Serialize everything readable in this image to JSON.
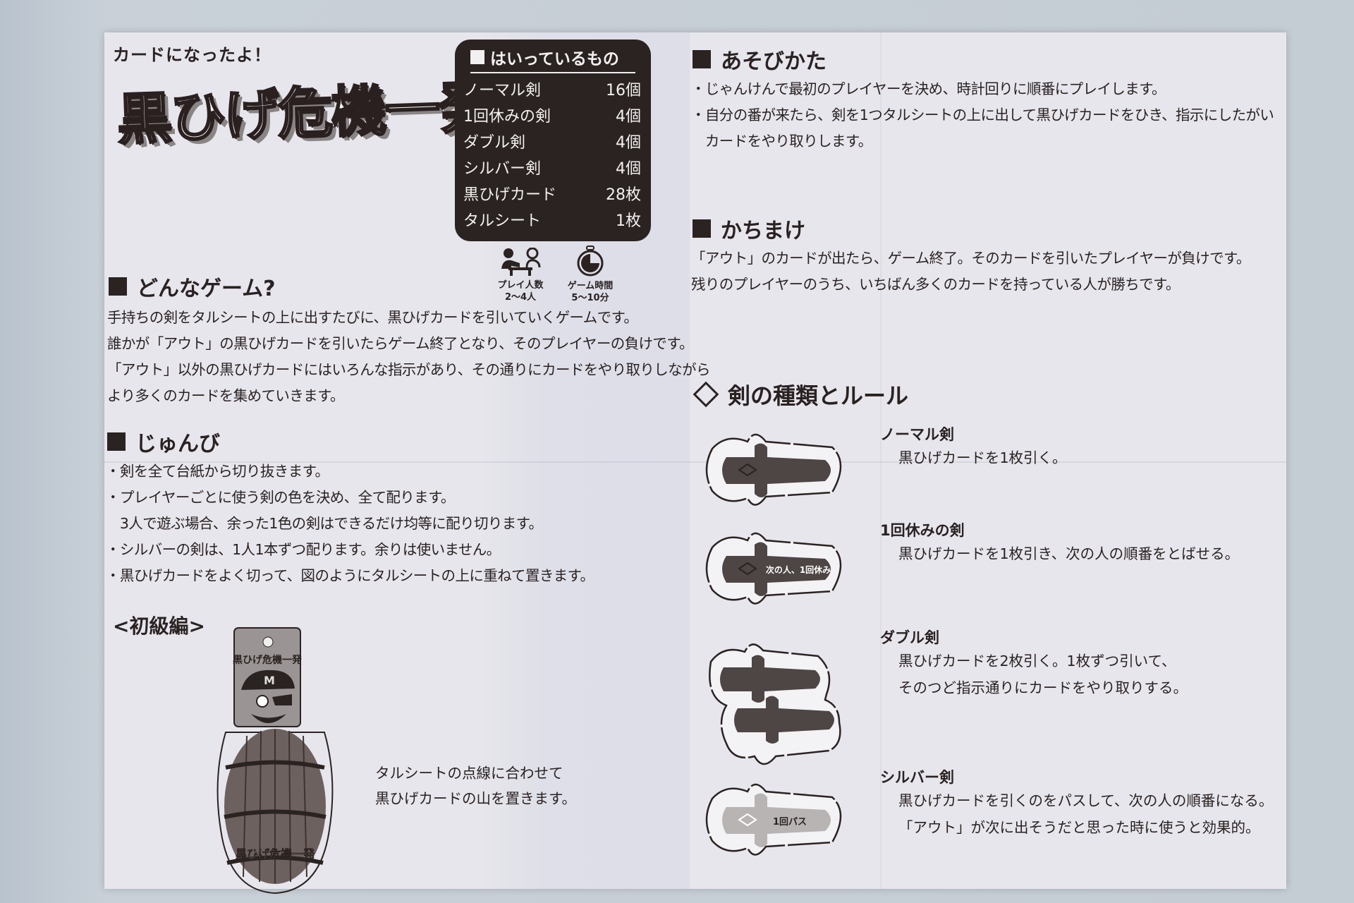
{
  "header": {
    "kicker": "カードになったよ！",
    "logo_text": "黒ひげ危機一発"
  },
  "contents_box": {
    "title": "はいっているもの",
    "items": [
      {
        "name": "ノーマル剣",
        "count": "16個"
      },
      {
        "name": "1回休みの剣",
        "count": "4個"
      },
      {
        "name": "ダブル剣",
        "count": "4個"
      },
      {
        "name": "シルバー剣",
        "count": "4個"
      },
      {
        "name": "黒ひげカード",
        "count": "28枚"
      },
      {
        "name": "タルシート",
        "count": "1枚"
      }
    ]
  },
  "info": {
    "players_label": "プレイ人数",
    "players_value": "2〜4人",
    "time_label": "ゲーム時間",
    "time_value": "5〜10分"
  },
  "what_game": {
    "heading": "どんなゲーム?",
    "lines": [
      "手持ちの剣をタルシートの上に出すたびに、黒ひげカードを引いていくゲームです。",
      "誰かが「アウト」の黒ひげカードを引いたらゲーム終了となり、そのプレイヤーの負けです。",
      "「アウト」以外の黒ひげカードにはいろんな指示があり、その通りにカードをやり取りしながら",
      "より多くのカードを集めていきます。"
    ]
  },
  "setup": {
    "heading": "じゅんび",
    "lines": [
      "・剣を全て台紙から切り抜きます。",
      "・プレイヤーごとに使う剣の色を決め、全て配ります。",
      "　3人で遊ぶ場合、余った1色の剣はできるだけ均等に配り切ります。",
      "・シルバーの剣は、1人1本ずつ配ります。余りは使いません。",
      "・黒ひげカードをよく切って、図のようにタルシートの上に重ねて置きます。"
    ],
    "level_label": "<初級編>",
    "caption_lines": [
      "タルシートの点線に合わせて",
      "黒ひげカードの山を置きます。"
    ]
  },
  "how_to_play": {
    "heading": "あそびかた",
    "lines": [
      "・じゃんけんで最初のプレイヤーを決め、時計回りに順番にプレイします。",
      "・自分の番が来たら、剣を1つタルシートの上に出して黒ひげカードをひき、指示にしたがい",
      "　カードをやり取りします。"
    ]
  },
  "win_lose": {
    "heading": "かちまけ",
    "lines": [
      "「アウト」のカードが出たら、ゲーム終了。そのカードを引いたプレイヤーが負けです。",
      "残りのプレイヤーのうち、いちばん多くのカードを持っている人が勝ちです。"
    ]
  },
  "sword_types": {
    "heading": "剣の種類とルール",
    "items": [
      {
        "name": "ノーマル剣",
        "desc": [
          "黒ひげカードを1枚引く。"
        ],
        "blade_label": ""
      },
      {
        "name": "1回休みの剣",
        "desc": [
          "黒ひげカードを1枚引き、次の人の順番をとばせる。"
        ],
        "blade_label": "次の人、1回休み"
      },
      {
        "name": "ダブル剣",
        "desc": [
          "黒ひげカードを2枚引く。1枚ずつ引いて、",
          "そのつど指示通りにカードをやり取りする。"
        ],
        "blade_label": ""
      },
      {
        "name": "シルバー剣",
        "desc": [
          "黒ひげカードを引くのをパスして、次の人の順番になる。",
          "「アウト」が次に出そうだと思った時に使うと効果的。"
        ],
        "blade_label": "1回パス"
      }
    ]
  },
  "colors": {
    "ink": "#2b2321",
    "paper": "#e7e6ec",
    "background": "#c4ccd4",
    "silver_sword": "#b8b4b4"
  }
}
